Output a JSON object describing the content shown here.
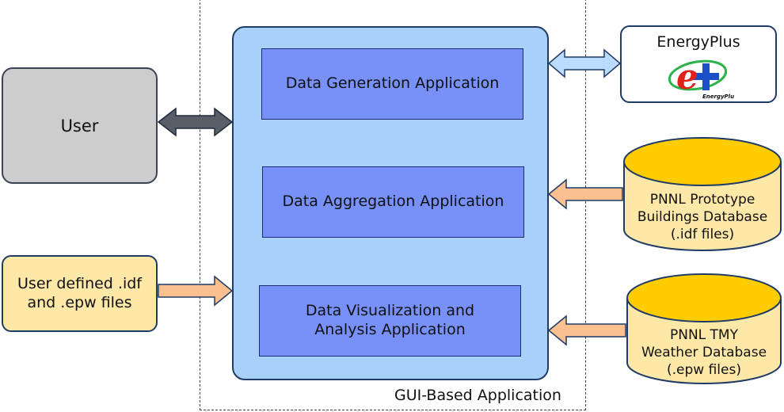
{
  "gui_application_label": "GUI-Based Application",
  "apps": {
    "data_generation": "Data Generation Application",
    "data_aggregation": "Data Aggregation Application",
    "data_visualization_line1": "Data Visualization and",
    "data_visualization_line2": "Analysis Application"
  },
  "user_label": "User",
  "user_files": {
    "line1": "User defined .idf",
    "line2": "and .epw files"
  },
  "energyplus": {
    "title": "EnergyPlus",
    "logo_caption": "EnergyPlus"
  },
  "prototype_db": {
    "line1": "PNNL Prototype",
    "line2": "Buildings Database",
    "line3": "(.idf files)"
  },
  "weather_db": {
    "line1": "PNNL TMY",
    "line2": "Weather Database",
    "line3": "(.epw files)"
  },
  "colors": {
    "panel_fill": "#a9d0f9",
    "app_fill": "#7891f8",
    "user_fill": "#cdcdcd",
    "file_fill": "#fee8a8",
    "db_top_fill": "#ffcc00",
    "orange_arrow_fill": "#fbbf90",
    "blue_arrow_fill": "#bcdcff",
    "dark_arrow_fill": "#595f68",
    "logo_red": "#e0211b",
    "logo_blue": "#1b4fc8",
    "logo_green": "#2bb34a"
  }
}
